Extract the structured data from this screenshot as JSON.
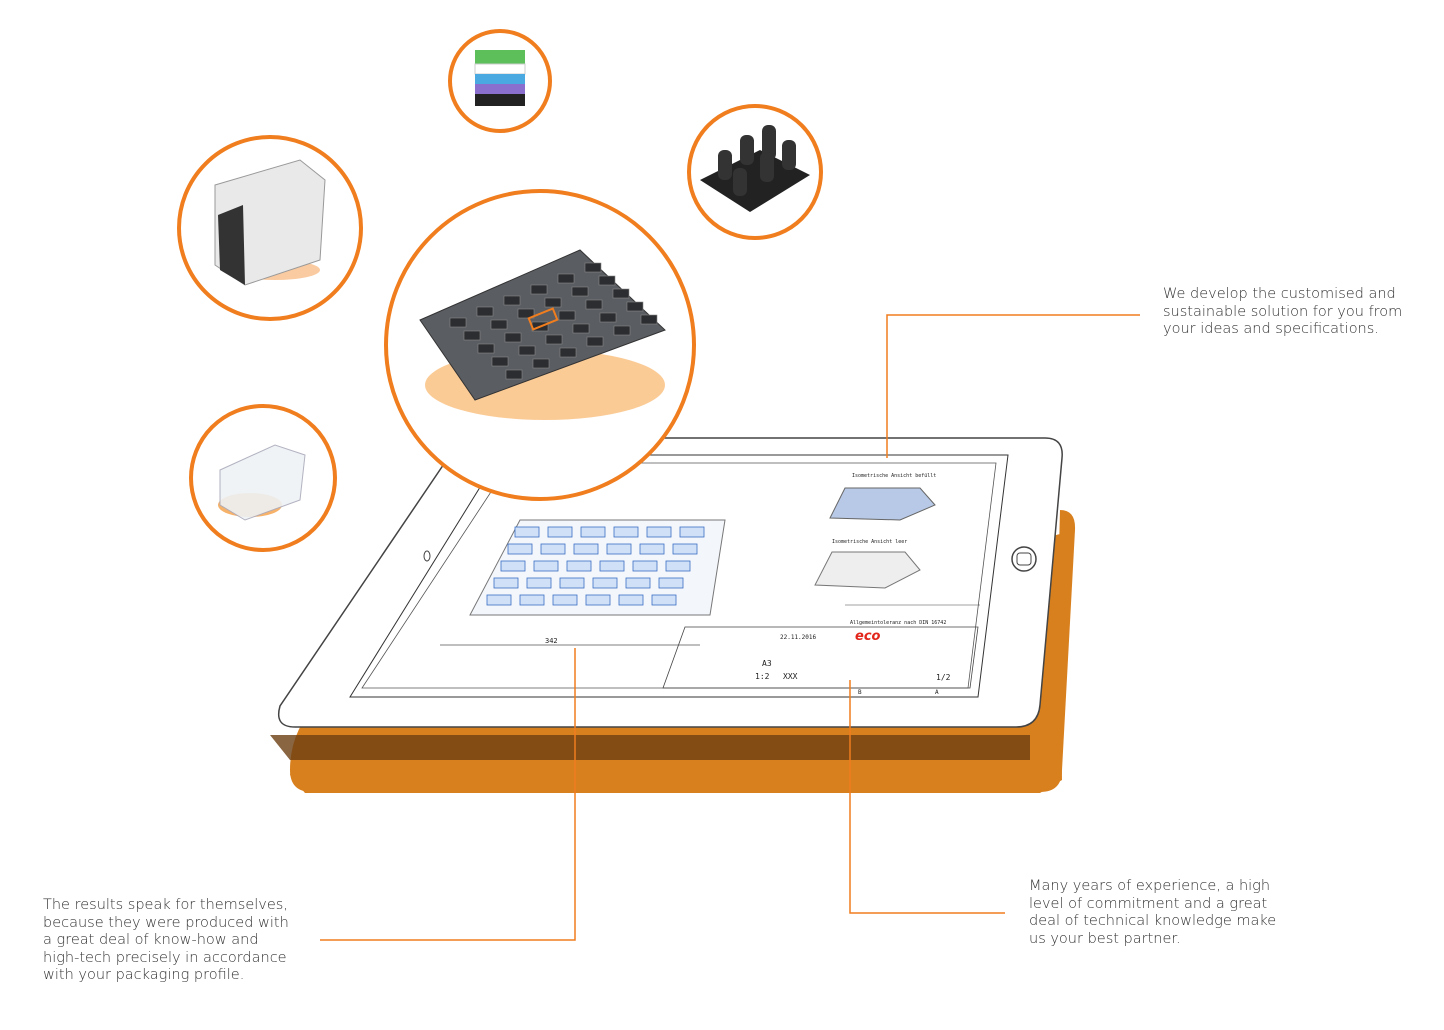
{
  "colors": {
    "accent": "#f07d1e",
    "shadow": "#d9801e",
    "line": "#333333"
  },
  "callouts": {
    "top_right": [
      "We develop the customised and",
      "sustainable solution for you from",
      "your ideas and specifications."
    ],
    "bottom_left": [
      "The results speak for themselves,",
      "because they were produced with",
      "a great deal of know-how and",
      "high-tech precisely in accordance",
      "with your packaging profile."
    ],
    "bottom_right": [
      "Many years of experience, a high",
      "level of commitment and a great",
      "deal of technical knowledge make",
      "us your best partner."
    ]
  },
  "drawing": {
    "logo": "eco",
    "date": "22.11.2016",
    "format": "A3",
    "scale": "1:2",
    "drawing_no": "XXX",
    "sheet": "1/2",
    "view_label_1": "Isometrische Ansicht befüllt",
    "view_label_2": "Isometrische Ansicht leer",
    "table_row": "Allgemeintoleranz nach DIN 16742",
    "dim_1": "342",
    "col_a": "A",
    "col_b": "B"
  },
  "products": [
    {
      "name": "main-tray"
    },
    {
      "name": "pet-carrier"
    },
    {
      "name": "stacked-trays"
    },
    {
      "name": "cylinder-holder"
    },
    {
      "name": "clamshell"
    }
  ]
}
